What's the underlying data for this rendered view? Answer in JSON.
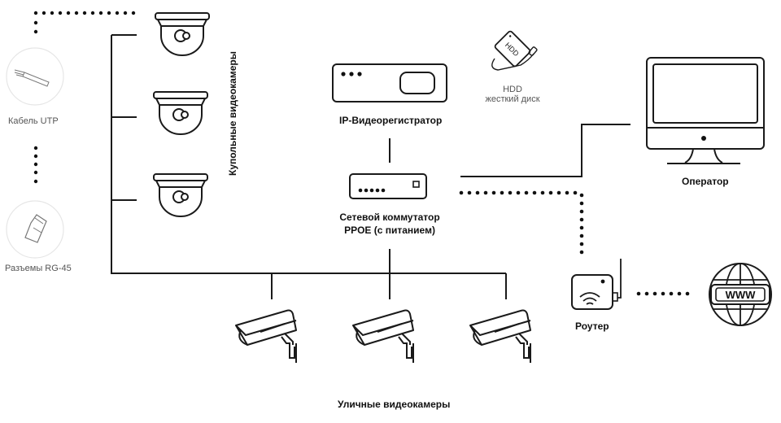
{
  "diagram": {
    "title_elements": {
      "dome_cameras_label": "Купольные видеокамеры",
      "street_cameras_label": "Уличные видеокамеры",
      "nvr_label": "IP-Видеорегистратор",
      "hdd_label_line1": "HDD",
      "hdd_label_line2": "жесткий диск",
      "switch_label_line1": "Сетевой коммутатор",
      "switch_label_line2": "PPOE (с питанием)",
      "operator_label": "Оператор",
      "router_label": "Роутер",
      "utp_label": "Кабель UTP",
      "rj45_label": "Разъемы RG-45",
      "www_text": "WWW"
    },
    "nodes": [
      {
        "id": "dome-camera-1",
        "type": "dome-camera-icon"
      },
      {
        "id": "dome-camera-2",
        "type": "dome-camera-icon"
      },
      {
        "id": "dome-camera-3",
        "type": "dome-camera-icon"
      },
      {
        "id": "street-camera-1",
        "type": "bullet-camera-icon"
      },
      {
        "id": "street-camera-2",
        "type": "bullet-camera-icon"
      },
      {
        "id": "street-camera-3",
        "type": "bullet-camera-icon"
      },
      {
        "id": "nvr",
        "type": "nvr-icon"
      },
      {
        "id": "hdd",
        "type": "hdd-icon"
      },
      {
        "id": "switch",
        "type": "switch-icon"
      },
      {
        "id": "operator",
        "type": "monitor-icon"
      },
      {
        "id": "router",
        "type": "router-icon"
      },
      {
        "id": "internet",
        "type": "globe-www-icon"
      },
      {
        "id": "utp-cable",
        "type": "cable-icon"
      },
      {
        "id": "rj45",
        "type": "rj45-connector-icon"
      }
    ],
    "edges": [
      {
        "from": "switch",
        "to": "nvr",
        "style": "solid"
      },
      {
        "from": "switch",
        "to": "operator",
        "style": "solid"
      },
      {
        "from": "switch",
        "to": "router",
        "style": "dotted"
      },
      {
        "from": "router",
        "to": "internet",
        "style": "dotted"
      },
      {
        "from": "switch",
        "to": "dome-camera-1",
        "style": "solid"
      },
      {
        "from": "switch",
        "to": "dome-camera-2",
        "style": "solid"
      },
      {
        "from": "switch",
        "to": "dome-camera-3",
        "style": "solid"
      },
      {
        "from": "switch",
        "to": "street-camera-1",
        "style": "solid"
      },
      {
        "from": "switch",
        "to": "street-camera-2",
        "style": "solid"
      },
      {
        "from": "switch",
        "to": "street-camera-3",
        "style": "solid"
      },
      {
        "from": "utp-cable",
        "to": "dome-camera-1",
        "style": "dotted"
      },
      {
        "from": "utp-cable",
        "to": "rj45",
        "style": "dotted"
      }
    ],
    "colors": {
      "stroke": "#1a1a1a",
      "legend_circle": "#e6e6e6",
      "legend_text": "#555555"
    }
  }
}
